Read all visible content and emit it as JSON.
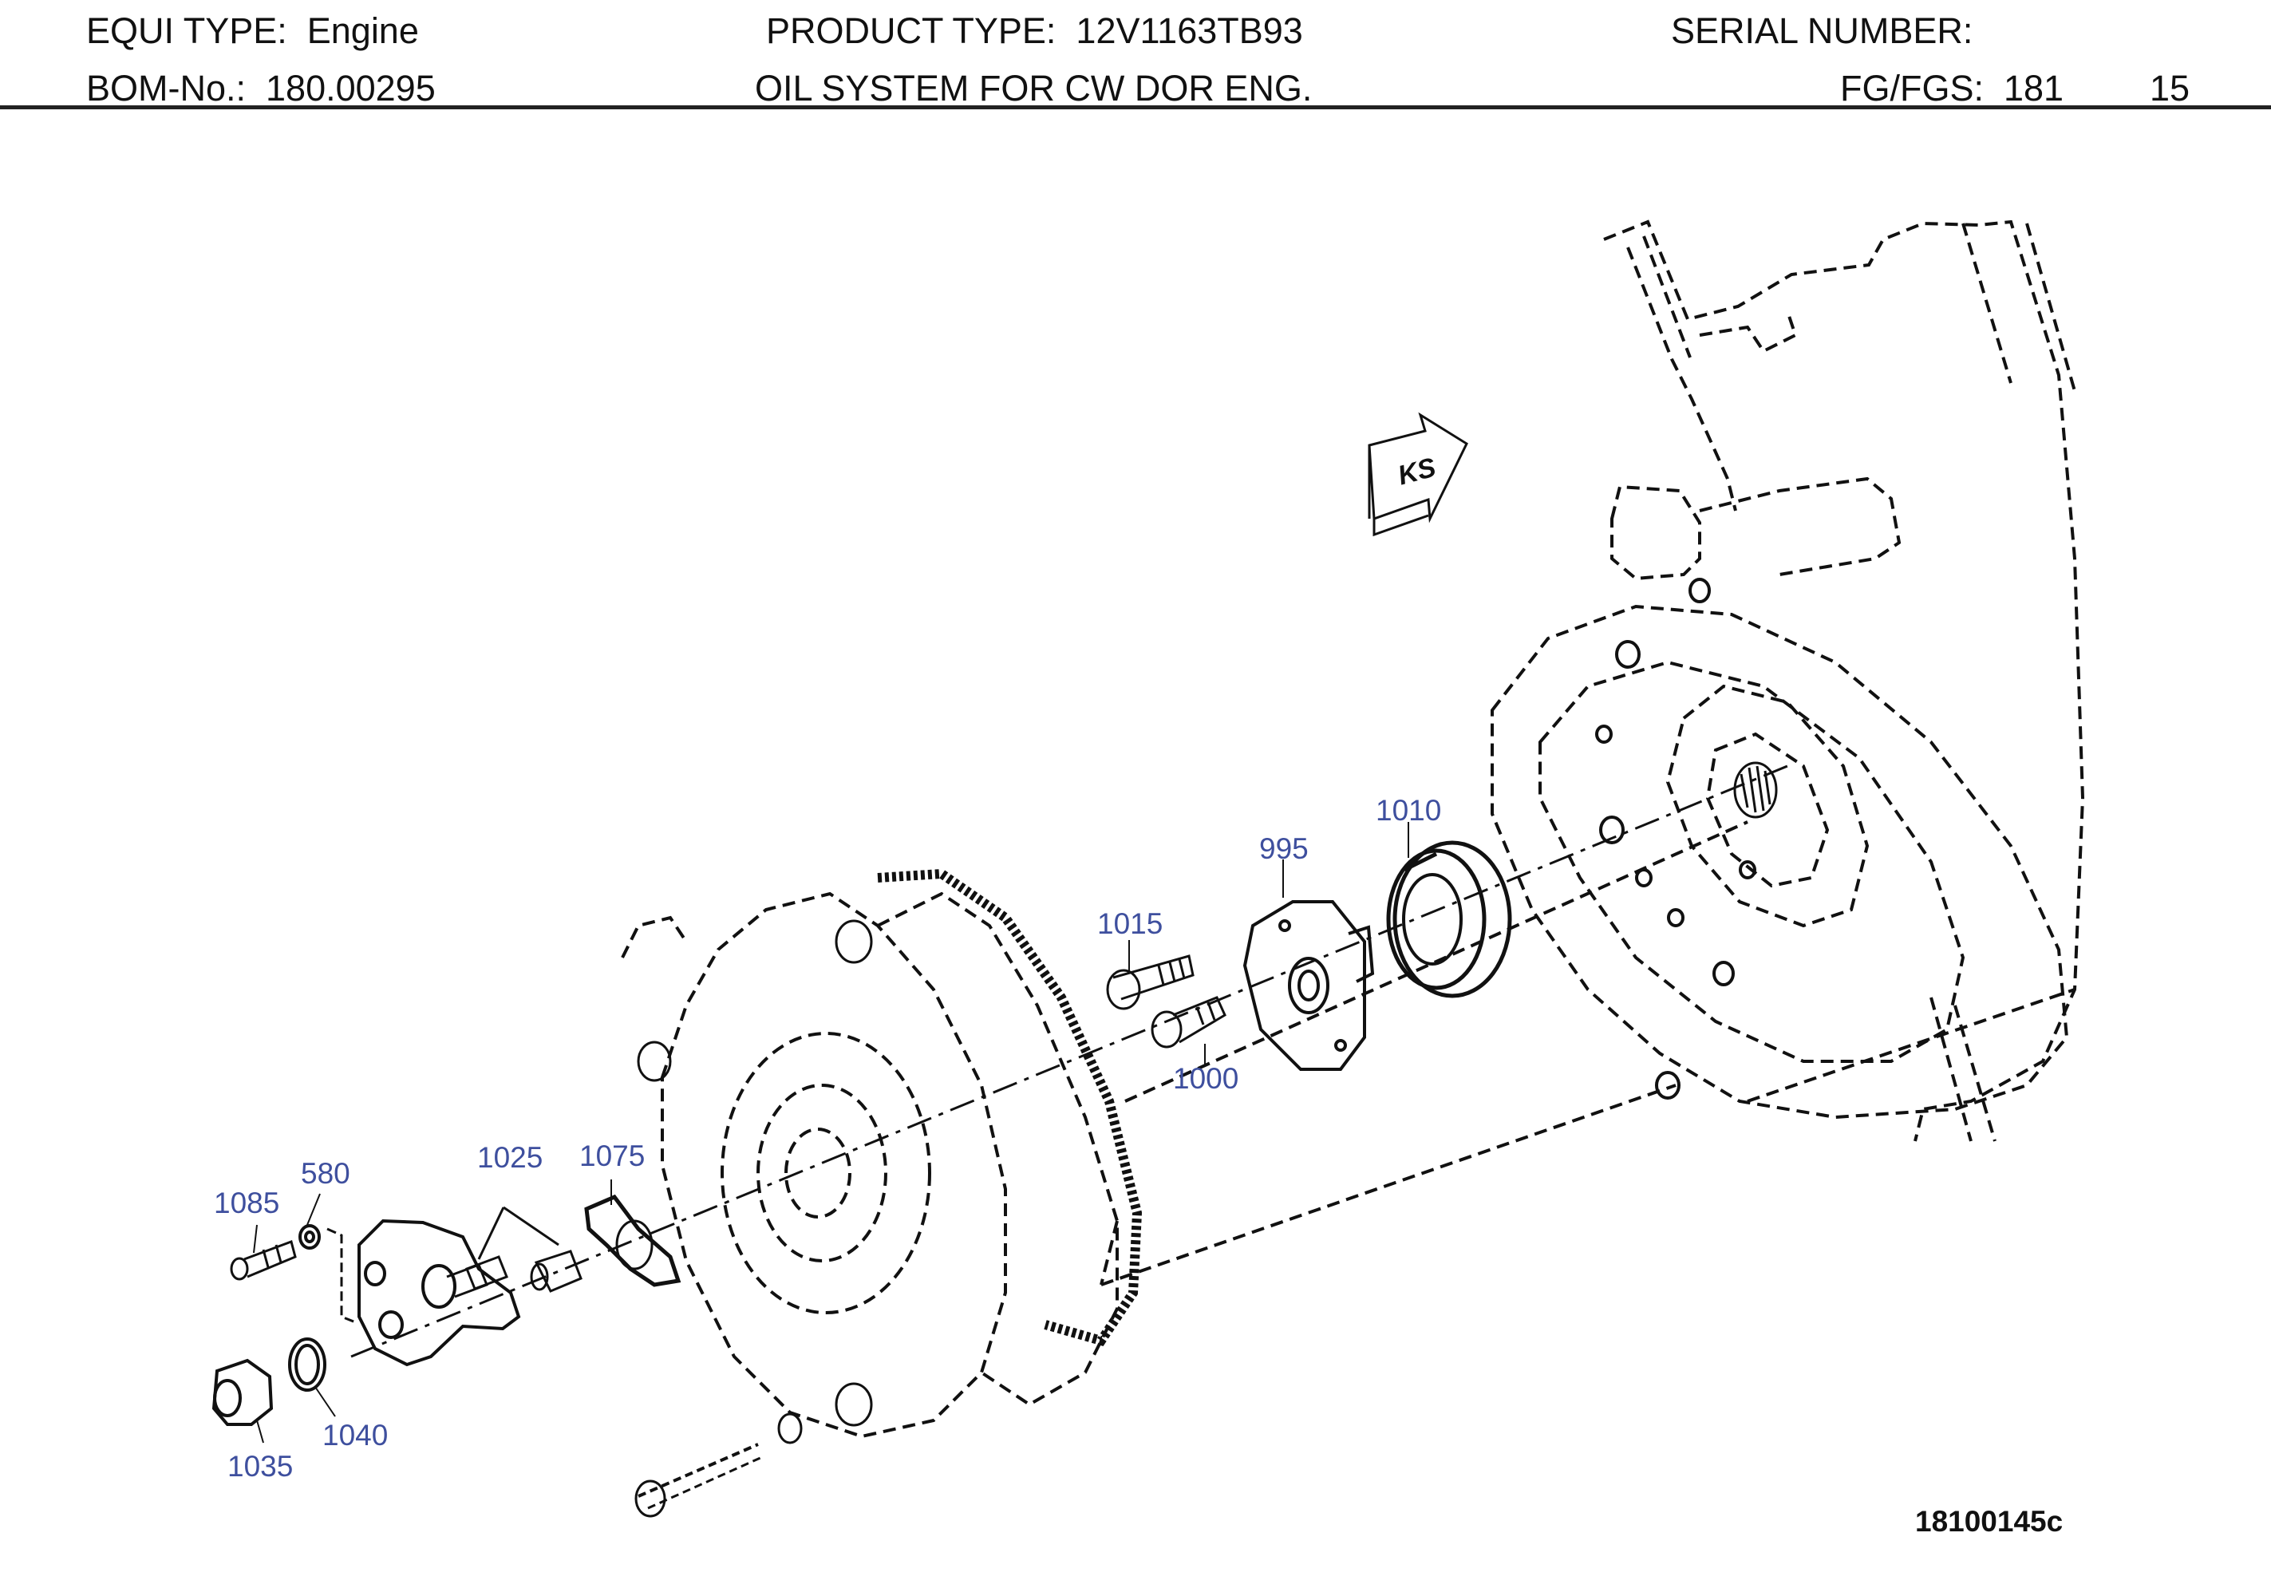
{
  "header": {
    "equi_type": "EQUI TYPE:  Engine",
    "bom_no": "BOM-No.:  180.00295",
    "product_type": "PRODUCT TYPE:  12V1163TB93",
    "assembly_title": "OIL SYSTEM FOR CW DOR ENG.",
    "serial_number": "SERIAL NUMBER:",
    "fg_fgs": "FG/FGS:  181",
    "sheet": "15"
  },
  "drawing": {
    "arrow_label": "KS",
    "callouts": [
      "1085",
      "580",
      "1025",
      "1075",
      "1035",
      "1040",
      "1015",
      "1000",
      "995",
      "1010"
    ],
    "drawing_number": "18100145c",
    "accent_color": "#3e4f9e"
  }
}
